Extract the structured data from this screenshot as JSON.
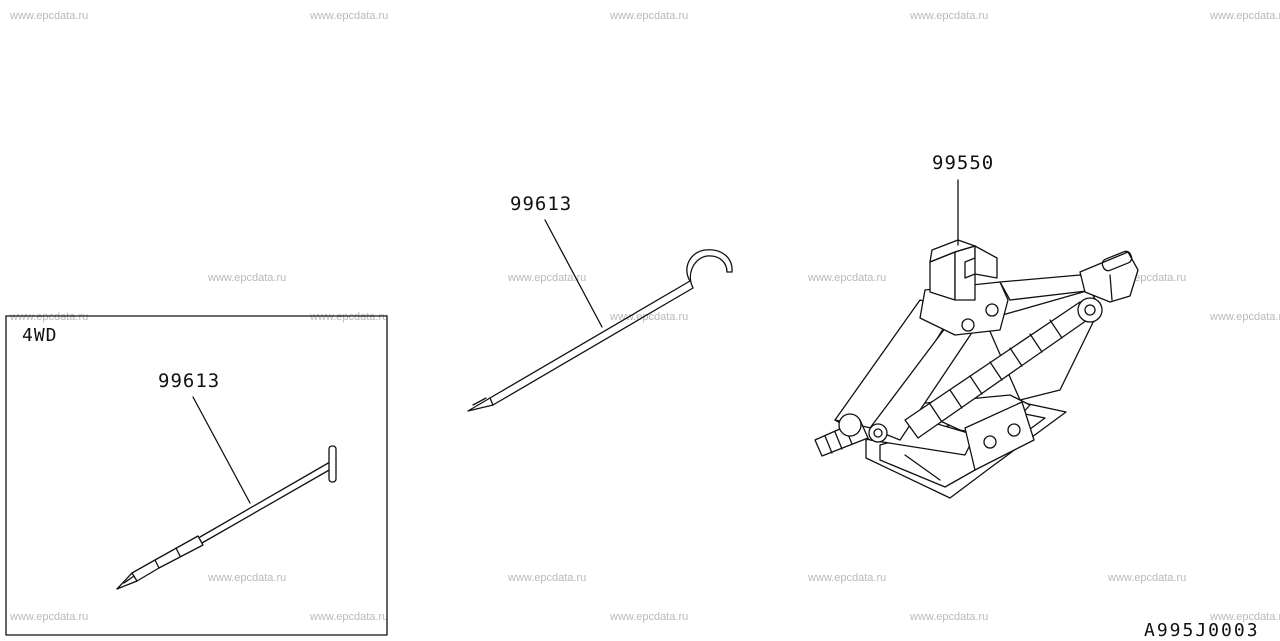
{
  "watermark": "www.epcdata.ru",
  "inset": {
    "label": "4WD",
    "part_number": "99613"
  },
  "parts": {
    "handle_rod": "99613",
    "jack": "99550"
  },
  "drawing_ref": "A995J0003"
}
